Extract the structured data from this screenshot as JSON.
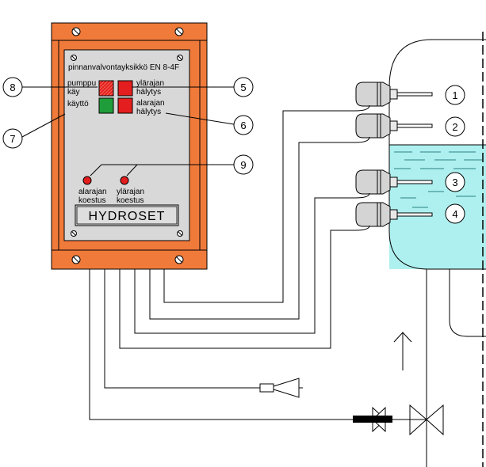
{
  "device": {
    "title": "pinnanvalvontayksikkö EN 8-4F",
    "brand": "HYDROSET",
    "labels": {
      "pump_line1": "pumppu",
      "pump_line2": "käy",
      "operation": "käyttö",
      "upper_alarm_line1": "ylärajan",
      "upper_alarm_line2": "hälytys",
      "lower_alarm_line1": "alarajan",
      "lower_alarm_line2": "hälytys",
      "lower_test_line1": "alarajan",
      "lower_test_line2": "koestus",
      "upper_test_line1": "ylärajan",
      "upper_test_line2": "koestus"
    }
  },
  "callouts": [
    "1",
    "2",
    "3",
    "4",
    "5",
    "6",
    "7",
    "8",
    "9"
  ],
  "colors": {
    "housing": "#f07a3a",
    "panel": "#d8d8d8",
    "red_indicator": "#e41e1e",
    "green_indicator": "#1f9d3a",
    "water": "#aef0ef",
    "sensor_body": "#d4d4d4"
  }
}
